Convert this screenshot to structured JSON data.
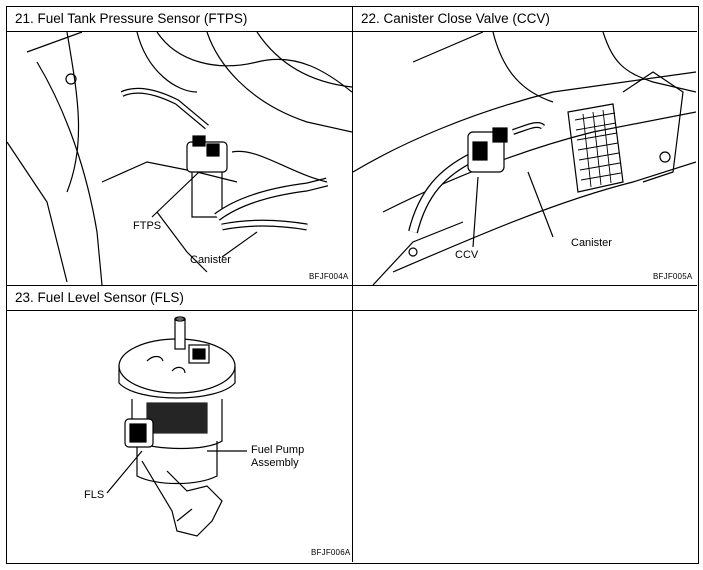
{
  "figures": [
    {
      "heading": "21. Fuel Tank Pressure Sensor (FTPS)",
      "labels": [
        "FTPS",
        "Canister"
      ],
      "code": "BFJF004A"
    },
    {
      "heading": "22. Canister Close Valve (CCV)",
      "labels": [
        "CCV",
        "Canister"
      ],
      "code": "BFJF005A"
    },
    {
      "heading": "23. Fuel Level Sensor (FLS)",
      "labels": [
        "Fuel Pump",
        "Assembly",
        "FLS"
      ],
      "code": "BFJF006A"
    }
  ]
}
